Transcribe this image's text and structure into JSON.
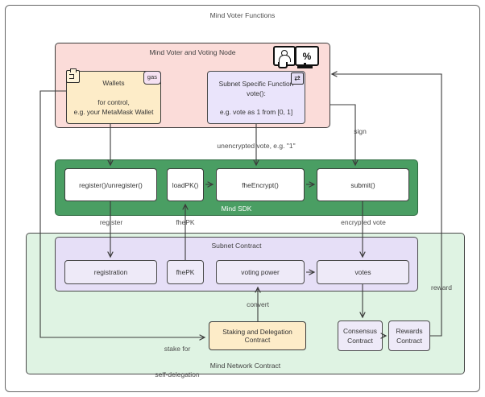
{
  "diagram": {
    "outer_title": "Mind Voter Functions",
    "containers": {
      "voter_node": {
        "title": "Mind Voter and Voting Node",
        "color": "#fbdcd9"
      },
      "sdk": {
        "title": "Mind SDK",
        "color": "#4a9e63"
      },
      "network": {
        "title": "Mind Network Contract",
        "color": "#dff3e3"
      },
      "subnet": {
        "title": "Subnet Contract",
        "color": "#e6dff7"
      }
    },
    "icons": {
      "actor": "user-actor-icon",
      "screen": "percent-screen-icon",
      "screen_glyph": "%",
      "clipboard": "clipboard-icon",
      "swap": "swap-arrows-icon",
      "swap_glyph": "⇄"
    },
    "nodes": {
      "wallets": {
        "title": "Wallets",
        "line1": "for control,",
        "line2": "e.g. your MetaMask Wallet",
        "tag": "gas"
      },
      "subnet_function": {
        "line1": "Subnet Specific Function",
        "line2": "vote():",
        "line3": "e.g. vote as 1 from [0, 1]"
      },
      "sdk_boxes": [
        {
          "label": "register()/unregister()"
        },
        {
          "label": "loadPK()"
        },
        {
          "label": "fheEncrypt()"
        },
        {
          "label": "submit()"
        }
      ],
      "subnet_boxes": [
        {
          "label": "registration"
        },
        {
          "label": "fhePK"
        },
        {
          "label": "voting power"
        },
        {
          "label": "votes"
        }
      ],
      "staking": {
        "label": "Staking and Delegation Contract"
      },
      "consensus": {
        "line1": "Consensus",
        "line2": "Contract"
      },
      "rewards": {
        "line1": "Rewards",
        "line2": "Contract"
      }
    },
    "edge_labels": {
      "unencrypted_vote": "unencrypted vote, e.g. \"1\"",
      "sign": "sign",
      "register": "register",
      "fhepk": "fhePK",
      "encrypted_vote": "encrypted vote",
      "reward": "reward",
      "convert": "convert",
      "stake_line1": "stake for",
      "stake_line2": "self-delegation"
    }
  }
}
